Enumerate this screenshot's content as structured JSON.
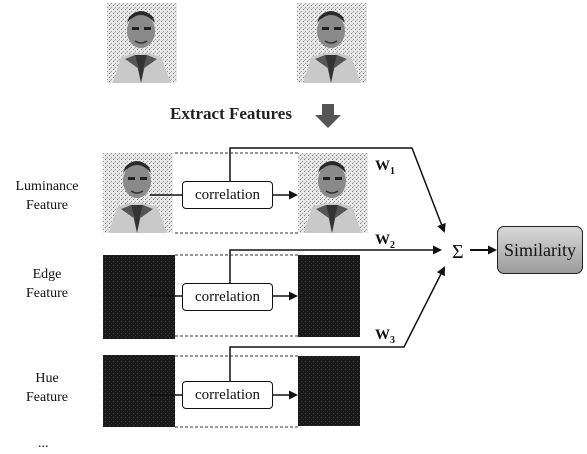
{
  "diagram": {
    "extract_label": "Extract Features",
    "features": [
      {
        "line1": "Luminance",
        "line2": "Feature",
        "op": "correlation",
        "weight": "W",
        "weight_sub": "1"
      },
      {
        "line1": "Edge",
        "line2": "Feature",
        "op": "correlation",
        "weight": "W",
        "weight_sub": "2"
      },
      {
        "line1": "Hue",
        "line2": "Feature",
        "op": "correlation",
        "weight": "W",
        "weight_sub": "3"
      }
    ],
    "sum_symbol": "Σ",
    "output_label": "Similarity",
    "ellipsis": "..."
  }
}
